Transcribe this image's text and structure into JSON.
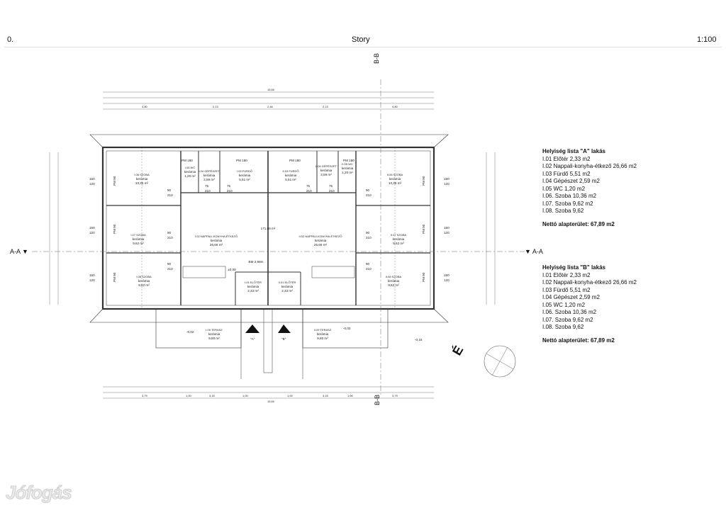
{
  "header": {
    "left": "0.",
    "center": "Story",
    "right": "1:100"
  },
  "sections": {
    "aa_left": "A-A",
    "aa_right": "A-A",
    "bb_top": "B-B",
    "bb_bottom": "B-B"
  },
  "north": "É",
  "entries": {
    "a": "\"A\"",
    "b": "\"B\""
  },
  "lists": [
    {
      "title": "Helyiség lista \"A\" lakás",
      "rows": [
        "I.01 Előtér 2,33 m2",
        "I.02 Nappali-konyha-étkező 26,66 m2",
        "I.03 Fürdő 5,51 m2",
        "I.04 Gépészet 2,59 m2",
        "I.05 WC 1,20 m2",
        "I.06. Szoba 10,36 m2",
        "I.07. Szoba 9,62 m2",
        "I.08. Szoba 9,62"
      ],
      "net": "Nettó alapterület: 67,89 m2"
    },
    {
      "title": "Helyiség lista \"B\" lakás",
      "rows": [
        "I.01 Előtér 2,33 m2",
        "I.02 Nappali-konyha-étkező 26,66 m2",
        "I.03 Fürdő 5,51 m2",
        "I.04 Gépészet 2,59 m2",
        "I.05 WC 1,20 m2",
        "I.06. Szoba 10,36 m2",
        "I.07. Szoba 9,62 m2",
        "I.08. Szoba 9,62"
      ],
      "net": "Nettó alapterület: 67,89 m2"
    }
  ],
  "plan": {
    "total": "171,08 m²",
    "bm": "BM 2,98m",
    "level": "±0.00",
    "rooms": [
      {
        "name": "I.06 SZOBA",
        "mat": "kerámia",
        "area": "10,36 m²"
      },
      {
        "name": "I.05 WC",
        "mat": "kerámia",
        "area": "1,20 m²"
      },
      {
        "name": "I.04 GÉPÉSZET",
        "mat": "kerámia",
        "area": "2,59 m²"
      },
      {
        "name": "I.03 FÜRDŐ",
        "mat": "kerámia",
        "area": "5,51 m²"
      },
      {
        "name": "II.03 FÜRDŐ",
        "mat": "kerámia",
        "area": "5,51 m²"
      },
      {
        "name": "II.04 GÉPÉSZET",
        "mat": "kerámia",
        "area": "2,59 m²"
      },
      {
        "name": "II.05 WC",
        "mat": "kerámia",
        "area": "1,20 m²"
      },
      {
        "name": "II.06 SZOBA",
        "mat": "kerámia",
        "area": "10,36 m²"
      },
      {
        "name": "I.07 SZOBA",
        "mat": "kerámia",
        "area": "9,62 m²"
      },
      {
        "name": "I.02 NAPPALI-KONYHA-ÉTKEZŐ",
        "mat": "kerámia",
        "area": "26,66 m²"
      },
      {
        "name": "II.02 NAPPALI-KONYHA-ÉTKEZŐ",
        "mat": "kerámia",
        "area": "26,66 m²"
      },
      {
        "name": "II.07 SZOBA",
        "mat": "kerámia",
        "area": "9,62 m²"
      },
      {
        "name": "I.08 SZOBA",
        "mat": "kerámia",
        "area": "9,62 m²"
      },
      {
        "name": "I.01 ELŐTÉR",
        "mat": "kerámia",
        "area": "2,33 m²"
      },
      {
        "name": "II.01 ELŐTÉR",
        "mat": "kerámia",
        "area": "2,33 m²"
      },
      {
        "name": "II.08 SZOBA",
        "mat": "kerámia",
        "area": "9,62 m²"
      },
      {
        "name": "I.09 TERASZ",
        "mat": "kerámia",
        "area": "9,80 m²"
      },
      {
        "name": "II.09 TERASZ",
        "mat": "kerámia",
        "area": "9,80 m²"
      }
    ],
    "pm_labels": [
      "PM 90",
      "PM 90",
      "PM 90",
      "PM 90",
      "PM 90",
      "PM 90",
      "PM 180",
      "PM 180",
      "PM 180",
      "PM 180"
    ],
    "door_labels": [
      "90",
      "210",
      "90",
      "210",
      "90",
      "210",
      "90",
      "210",
      "90",
      "210",
      "90",
      "210",
      "75",
      "210",
      "75",
      "210",
      "75",
      "210",
      "75",
      "210"
    ],
    "window_labels": [
      "150",
      "120",
      "150",
      "120",
      "150",
      "120",
      "150",
      "120",
      "150",
      "120",
      "150",
      "120"
    ],
    "levels": [
      "-0,02",
      "-0,02",
      "-0,15"
    ],
    "dim_top_1": [
      "4,80",
      "2,13",
      "2,46",
      "2,13",
      "4,80"
    ],
    "dim_top_total": "15,60",
    "dim_bottom_total": "15,60",
    "dim_bottom_1": [
      "3,79",
      "1,00",
      "3,15",
      "1,00",
      "1,00",
      "3,15",
      "1,00",
      "3,79"
    ]
  }
}
